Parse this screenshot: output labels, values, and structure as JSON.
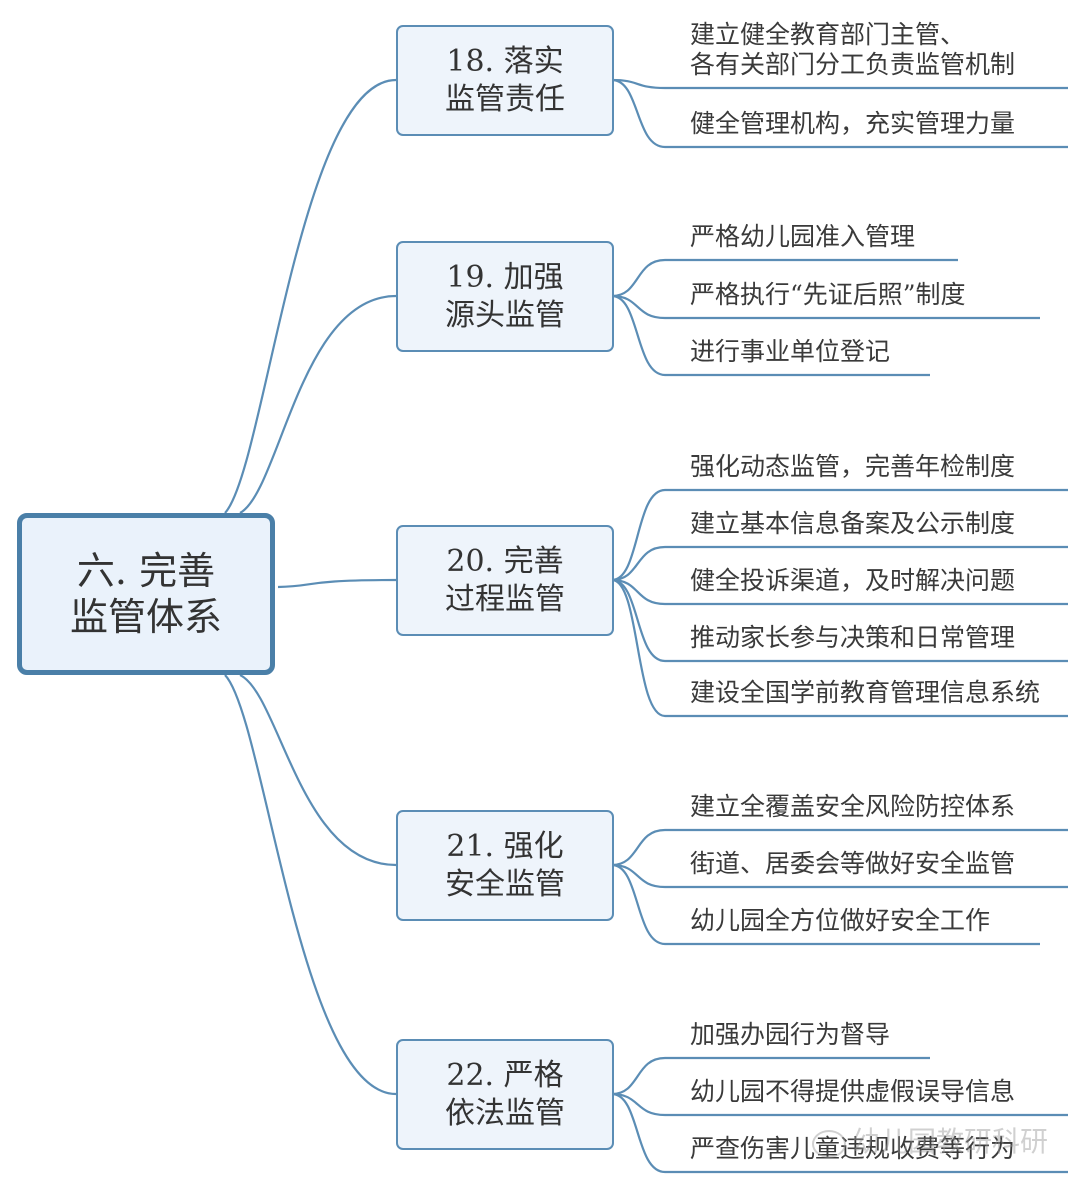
{
  "root": {
    "lines": [
      "六. 完善",
      "监管体系"
    ]
  },
  "topics": [
    {
      "lines": [
        "18. 落实",
        "监管责任"
      ],
      "leaves": [
        {
          "lines": [
            "建立健全教育部门主管、",
            "各有关部门分工负责监管机制"
          ]
        },
        {
          "lines": [
            "健全管理机构，充实管理力量"
          ]
        }
      ]
    },
    {
      "lines": [
        "19. 加强",
        "源头监管"
      ],
      "leaves": [
        {
          "lines": [
            "严格幼儿园准入管理"
          ]
        },
        {
          "lines": [
            "严格执行“先证后照”制度"
          ]
        },
        {
          "lines": [
            "进行事业单位登记"
          ]
        }
      ]
    },
    {
      "lines": [
        "20. 完善",
        "过程监管"
      ],
      "leaves": [
        {
          "lines": [
            "强化动态监管，完善年检制度"
          ]
        },
        {
          "lines": [
            "建立基本信息备案及公示制度"
          ]
        },
        {
          "lines": [
            "健全投诉渠道，及时解决问题"
          ]
        },
        {
          "lines": [
            "推动家长参与决策和日常管理"
          ]
        },
        {
          "lines": [
            "建设全国学前教育管理信息系统"
          ]
        }
      ]
    },
    {
      "lines": [
        "21. 强化",
        "安全监管"
      ],
      "leaves": [
        {
          "lines": [
            "建立全覆盖安全风险防控体系"
          ]
        },
        {
          "lines": [
            "街道、居委会等做好安全监管"
          ]
        },
        {
          "lines": [
            "幼儿园全方位做好安全工作"
          ]
        }
      ]
    },
    {
      "lines": [
        "22. 严格",
        "依法监管"
      ],
      "leaves": [
        {
          "lines": [
            "加强办园行为督导"
          ]
        },
        {
          "lines": [
            "幼儿园不得提供虚假误导信息"
          ]
        },
        {
          "lines": [
            "严查伤害儿童违规收费等行为"
          ]
        }
      ]
    }
  ],
  "watermark": "幼儿园教研科研",
  "colors": {
    "line": "#5b8db5",
    "root_border": "#4a7fa8",
    "fill": "#eaf2fb"
  }
}
